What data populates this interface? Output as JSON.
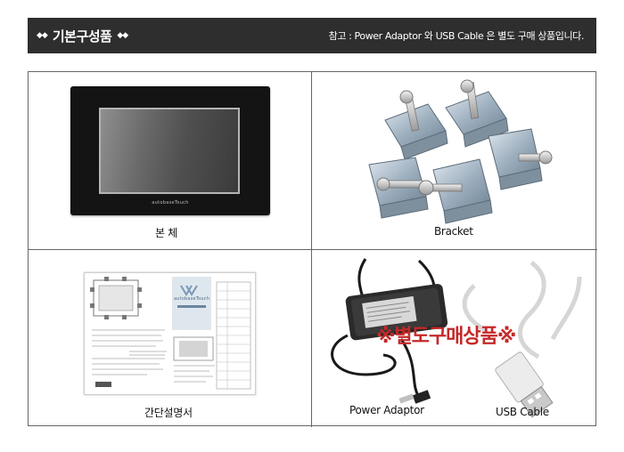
{
  "header": {
    "diamonds_left": "◆◆",
    "title": "기본구성품",
    "diamonds_right": "◆◆",
    "note": "참고 : Power Adaptor 와 USB Cable 은 별도 구매 상품입니다."
  },
  "items": {
    "main_unit": {
      "label": "본  체",
      "brand": "autobaseTouch"
    },
    "bracket": {
      "label": "Bracket"
    },
    "manual": {
      "label": "간단설명서",
      "brand": "autobaseTouch"
    },
    "accessories": {
      "overlay": "※별도구매상품※",
      "power_label": "Power Adaptor",
      "usb_label": "USB Cable"
    }
  }
}
